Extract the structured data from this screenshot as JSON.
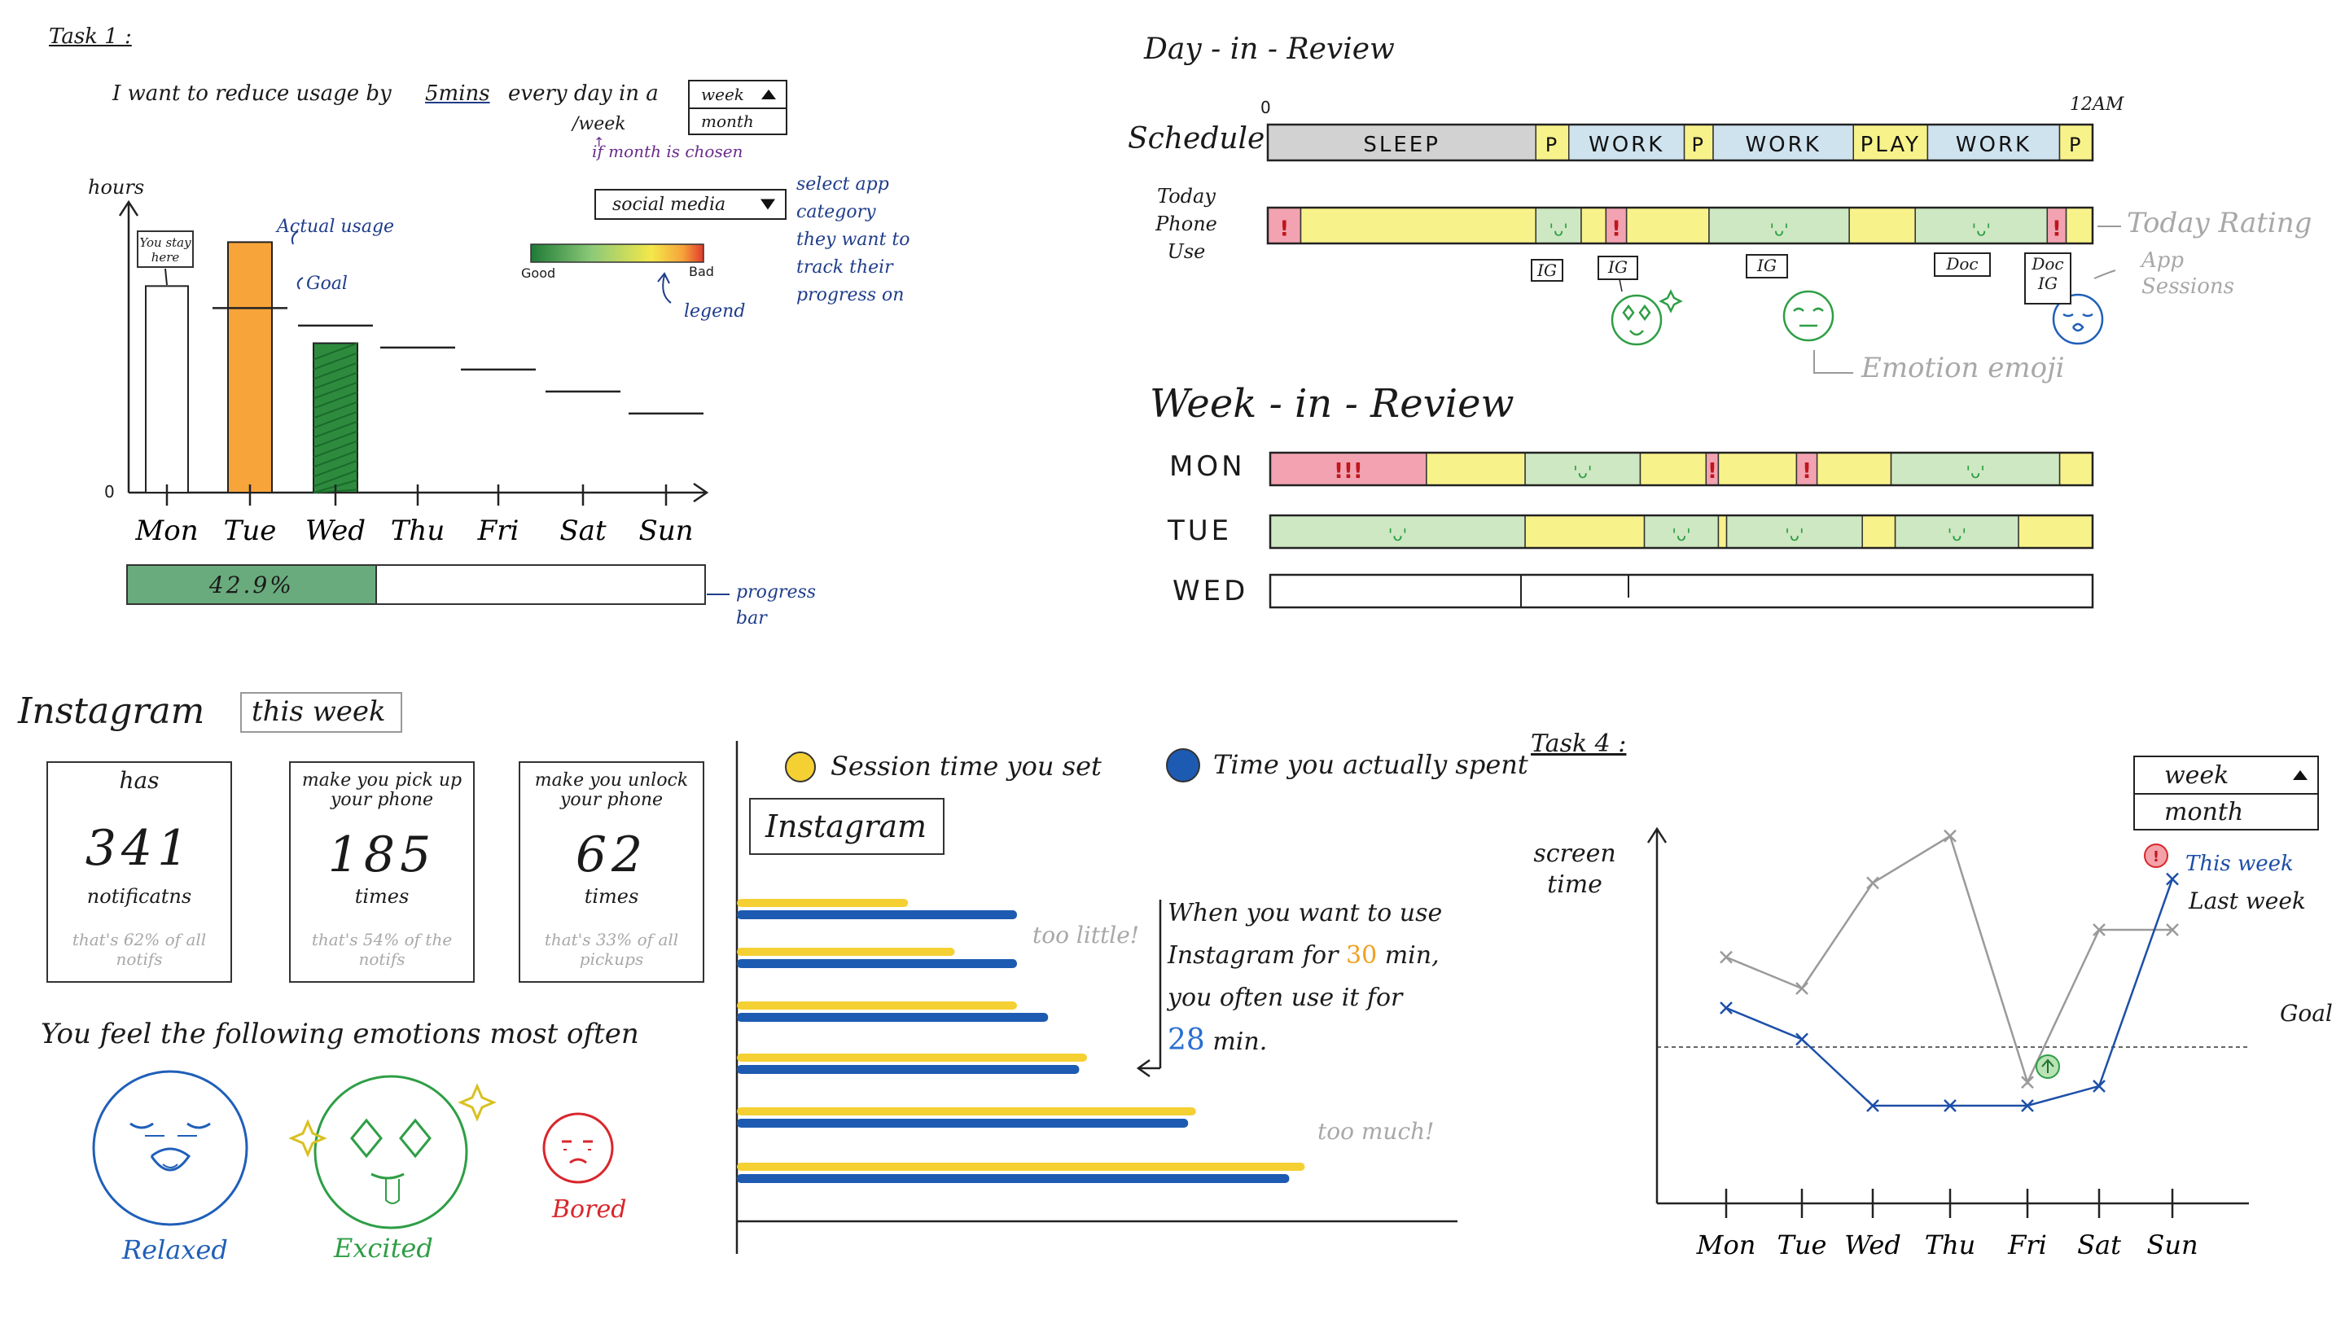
{
  "task1": {
    "title": "Task 1 :",
    "sentence_start": "I  want  to  reduce  usage  by",
    "minutes": "5mins",
    "sentence_mid": "every  day  in  a",
    "period_select": {
      "options": [
        "week",
        "month"
      ]
    },
    "per_week": "/week",
    "month_note": "if month is chosen",
    "app_dropdown": "social  media",
    "select_note": "select app category they want to track their progress on",
    "legend_good": "Good",
    "legend_bad": "Bad",
    "legend_note": "legend",
    "y_axis_label": "hours",
    "y_zero": "0",
    "you_stay_here": "You stay here",
    "actual_usage_note": "Actual usage",
    "goal_note": "Goal",
    "progress_label": "42.9%",
    "progress_fraction": 0.429,
    "progress_note": "progress bar",
    "colors": {
      "bar_orange": "#f7a43a",
      "bar_green": "#2e8b3e",
      "progress_fill": "#6aab7d",
      "note_blue": "#1f3d8a"
    }
  },
  "chart_data": [
    {
      "type": "bar",
      "categories": [
        "Mon",
        "Tue",
        "Wed",
        "Thu",
        "Fri",
        "Sat",
        "Sun"
      ],
      "actual_usage": [
        4.7,
        5.7,
        3.4
      ],
      "goal": [
        null,
        4.2,
        3.8,
        3.3,
        2.8,
        2.3,
        1.8
      ],
      "ylabel": "hours",
      "ylim": [
        0,
        6.3
      ]
    },
    {
      "type": "bar",
      "title": "Instagram",
      "legend": [
        "Session time you set",
        "Time you actually spent"
      ],
      "series": [
        {
          "name": "Session time you set",
          "color": "#f5d033",
          "values": [
            22,
            28,
            36,
            45,
            59,
            73
          ]
        },
        {
          "name": "Time you actually spent",
          "color": "#1d5bb2",
          "values": [
            36,
            36,
            40,
            44,
            58,
            71
          ]
        }
      ],
      "xlim": [
        0,
        90
      ]
    },
    {
      "type": "line",
      "categories": [
        "Mon",
        "Tue",
        "Wed",
        "Thu",
        "Fri",
        "Sat",
        "Sun"
      ],
      "ylabel": "screen time",
      "goal_label": "Goal",
      "goal": 4.0,
      "ylim": [
        0,
        10
      ],
      "series": [
        {
          "name": "This week",
          "color": "#1d4fa8",
          "values": [
            5.0,
            4.2,
            2.5,
            2.5,
            2.5,
            3.0,
            8.3
          ]
        },
        {
          "name": "Last week",
          "color": "#9a9a9a",
          "values": [
            6.3,
            5.5,
            8.2,
            9.4,
            3.1,
            7.0,
            7.0
          ]
        }
      ]
    }
  ],
  "day_review": {
    "title": "Day - in - Review",
    "schedule_label": "Schedule",
    "start_label": "0",
    "end_label": "12AM",
    "schedule_segments": [
      {
        "label": "SLEEP",
        "start": 0,
        "end": 0.325,
        "color": "#d2d2d2"
      },
      {
        "label": "P",
        "start": 0.325,
        "end": 0.365,
        "color": "#f8f28a"
      },
      {
        "label": "WORK",
        "start": 0.365,
        "end": 0.505,
        "color": "#cfe3ef"
      },
      {
        "label": "P",
        "start": 0.505,
        "end": 0.54,
        "color": "#f8f28a"
      },
      {
        "label": "WORK",
        "start": 0.54,
        "end": 0.71,
        "color": "#cfe3ef"
      },
      {
        "label": "PLAY",
        "start": 0.71,
        "end": 0.8,
        "color": "#f8f28a"
      },
      {
        "label": "WORK",
        "start": 0.8,
        "end": 0.96,
        "color": "#cfe3ef"
      },
      {
        "label": "P",
        "start": 0.96,
        "end": 1,
        "color": "#f8f28a"
      }
    ],
    "phone_use_label": "Today Phone Use",
    "phone_segments": [
      {
        "start": 0,
        "end": 0.04,
        "color": "#f2a2b0",
        "mark": "!"
      },
      {
        "start": 0.04,
        "end": 0.325,
        "color": "#f8f28a",
        "mark": ""
      },
      {
        "start": 0.325,
        "end": 0.38,
        "color": "#cde8c2",
        "mark": "'ᴗ'"
      },
      {
        "start": 0.38,
        "end": 0.41,
        "color": "#f8f28a",
        "mark": ""
      },
      {
        "start": 0.41,
        "end": 0.435,
        "color": "#f2a2b0",
        "mark": "!"
      },
      {
        "start": 0.435,
        "end": 0.535,
        "color": "#f8f28a",
        "mark": ""
      },
      {
        "start": 0.535,
        "end": 0.705,
        "color": "#cde8c2",
        "mark": "'ᴗ'"
      },
      {
        "start": 0.705,
        "end": 0.785,
        "color": "#f8f28a",
        "mark": ""
      },
      {
        "start": 0.785,
        "end": 0.945,
        "color": "#cde8c2",
        "mark": "'ᴗ'"
      },
      {
        "start": 0.945,
        "end": 0.968,
        "color": "#f2a2b0",
        "mark": "!"
      },
      {
        "start": 0.968,
        "end": 1,
        "color": "#f8f28a",
        "mark": ""
      }
    ],
    "app_tags": [
      "IG",
      "IG",
      "IG",
      "Doc",
      "Doc IG"
    ],
    "today_rating_note": "Today Rating",
    "app_sessions_note": "App Sessions",
    "emotion_emoji_note": "Emotion emoji"
  },
  "week_review": {
    "title": "Week - in - Review",
    "days": [
      {
        "label": "MON",
        "segments": [
          {
            "start": 0,
            "end": 0.19,
            "color": "#f2a2b0",
            "mark": "!!!"
          },
          {
            "start": 0.19,
            "end": 0.31,
            "color": "#f8f28a",
            "mark": ""
          },
          {
            "start": 0.31,
            "end": 0.45,
            "color": "#cde8c2",
            "mark": "'ᴗ'"
          },
          {
            "start": 0.45,
            "end": 0.53,
            "color": "#f8f28a",
            "mark": ""
          },
          {
            "start": 0.53,
            "end": 0.545,
            "color": "#f2a2b0",
            "mark": "!"
          },
          {
            "start": 0.545,
            "end": 0.64,
            "color": "#f8f28a",
            "mark": ""
          },
          {
            "start": 0.64,
            "end": 0.665,
            "color": "#f2a2b0",
            "mark": "!"
          },
          {
            "start": 0.665,
            "end": 0.755,
            "color": "#f8f28a",
            "mark": ""
          },
          {
            "start": 0.755,
            "end": 0.96,
            "color": "#cde8c2",
            "mark": "'ᴗ'"
          },
          {
            "start": 0.96,
            "end": 1,
            "color": "#f8f28a",
            "mark": ""
          }
        ]
      },
      {
        "label": "TUE",
        "segments": [
          {
            "start": 0,
            "end": 0.31,
            "color": "#cde8c2",
            "mark": "'ᴗ'"
          },
          {
            "start": 0.31,
            "end": 0.455,
            "color": "#f8f28a",
            "mark": ""
          },
          {
            "start": 0.455,
            "end": 0.545,
            "color": "#cde8c2",
            "mark": "'ᴗ'"
          },
          {
            "start": 0.545,
            "end": 0.555,
            "color": "#f8f28a",
            "mark": ""
          },
          {
            "start": 0.555,
            "end": 0.72,
            "color": "#cde8c2",
            "mark": "'ᴗ'"
          },
          {
            "start": 0.72,
            "end": 0.76,
            "color": "#f8f28a",
            "mark": ""
          },
          {
            "start": 0.76,
            "end": 0.91,
            "color": "#cde8c2",
            "mark": "'ᴗ'"
          },
          {
            "start": 0.91,
            "end": 1,
            "color": "#f8f28a",
            "mark": ""
          }
        ]
      },
      {
        "label": "WED",
        "segments": []
      }
    ]
  },
  "instagram": {
    "title": "Instagram",
    "period": "this week",
    "cards": [
      {
        "title": "has",
        "number": "341",
        "unit": "notificatns",
        "share": "that's 62% of all notifs"
      },
      {
        "title": "make you pick up your phone",
        "number": "185",
        "unit": "times",
        "share": "that's 54% of the notifs"
      },
      {
        "title": "make you unlock your phone",
        "number": "62",
        "unit": "times",
        "share": "that's 33% of all pickups"
      }
    ],
    "emotions_title": "You feel the following emotions most often",
    "emotions": [
      {
        "label": "Relaxed",
        "color": "#1f5fb8"
      },
      {
        "label": "Excited",
        "color": "#2e9e45"
      },
      {
        "label": "Bored",
        "color": "#d9262c"
      }
    ]
  },
  "sessions": {
    "legend_set": "Session time you set",
    "legend_actual": "Time you actually spent",
    "app_label": "Instagram",
    "too_little": "too little!",
    "too_much": "too much!",
    "note": {
      "line1": "When you want to use",
      "line2a": "Instagram for",
      "set_value": "30",
      "line2b": "min,",
      "line3": "you often use it for",
      "actual_value": "28",
      "line4b": "min."
    },
    "colors": {
      "set": "#f5d033",
      "actual": "#1d5bb2",
      "set_text": "#f0a020",
      "actual_text": "#2a6fd0"
    }
  },
  "task4": {
    "title": "Task 4 :",
    "period_select": {
      "options": [
        "week",
        "month"
      ]
    },
    "ylabel": "screen time",
    "legend_this": "This week",
    "legend_last": "Last week",
    "goal_label": "Goal"
  }
}
